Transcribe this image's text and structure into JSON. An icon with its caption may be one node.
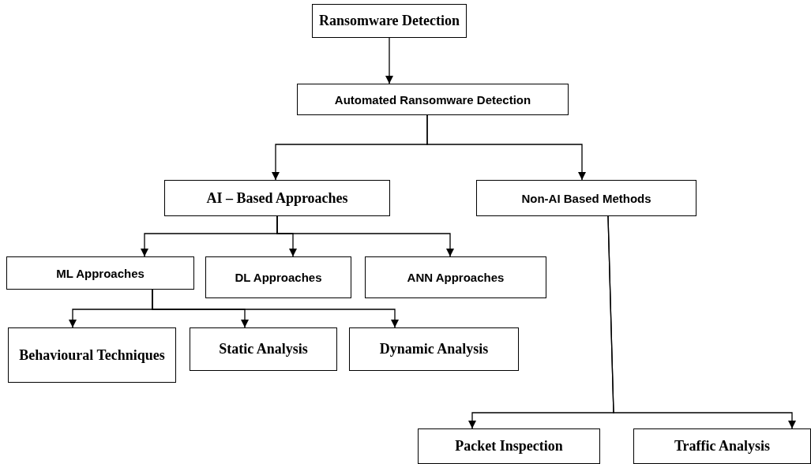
{
  "diagram": {
    "nodes": [
      {
        "text": [
          "Ransomware Detection"
        ]
      },
      {
        "text": [
          "Automated Ransomware Detection"
        ]
      },
      {
        "text": [
          "AI – Based Approaches"
        ]
      },
      {
        "text": [
          "Non-AI Based Methods"
        ]
      },
      {
        "text": [
          "ML Approaches"
        ]
      },
      {
        "text": [
          "DL Approaches"
        ]
      },
      {
        "text": [
          "ANN Approaches"
        ]
      },
      {
        "text": [
          "Behavioural Techniques"
        ]
      },
      {
        "text": [
          "Static Analysis"
        ]
      },
      {
        "text": [
          "Dynamic Analysis"
        ]
      },
      {
        "text": [
          "Packet Inspection"
        ]
      },
      {
        "text": [
          "Traffic Analysis"
        ]
      }
    ],
    "edges": [
      {
        "from": 0,
        "to": 1,
        "arrow": "to"
      },
      {
        "from": 1,
        "to": 2,
        "arrow": "to"
      },
      {
        "from": 1,
        "to": 3,
        "arrow": "to"
      },
      {
        "from": 2,
        "to": 4,
        "arrow": "to"
      },
      {
        "from": 2,
        "to": 5,
        "arrow": "to"
      },
      {
        "from": 2,
        "to": 6,
        "arrow": "to"
      },
      {
        "from": 4,
        "to": 7,
        "arrow": "to"
      },
      {
        "from": 4,
        "to": 8,
        "arrow": "to"
      },
      {
        "from": 4,
        "to": 9,
        "arrow": "to"
      },
      {
        "from": 3,
        "to": 10,
        "arrow": "to"
      },
      {
        "from": 3,
        "to": 11,
        "arrow": "to"
      }
    ]
  }
}
